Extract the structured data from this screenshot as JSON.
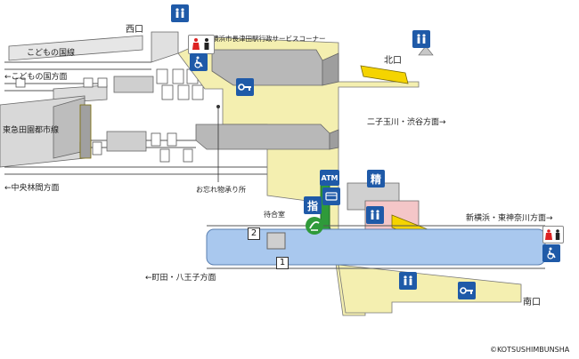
{
  "labels": {
    "west_exit": "西口",
    "north_exit": "北口",
    "south_exit": "南口",
    "kodomo_line": "こどもの国線",
    "to_kodomo": "←こどもの国方面",
    "denentoshi_line": "東急田園都市線",
    "to_futako": "二子玉川・渋谷方面→",
    "to_chuorinkan": "←中央林間方面",
    "to_machida": "←町田・八王子方面",
    "to_shinyokohama": "新横浜・東神奈川方面→",
    "city_service": "横浜市長津田駅行政サービスコーナー",
    "lost_found": "お忘れ物承り所",
    "waiting_room": "待合室",
    "platform_1": "1",
    "platform_2": "2",
    "copyright": "©KOTSUSHIMBUNSHA",
    "atm": "ATM",
    "sei": "精",
    "shi": "指"
  },
  "colors": {
    "concourse": "#f4efb0",
    "platform": "#a9c8ee",
    "building_gray": "#b8b8b8",
    "elevator_blue": "#1f5aa8",
    "escalator_yellow": "#f5d400",
    "toilet_pink": "#f4c6c8",
    "green_window": "#2f9a3a"
  },
  "icons": [
    "elevator-icon",
    "toilet-icon",
    "accessible-icon",
    "locker-key-icon",
    "atm-icon",
    "fare-adjust-icon",
    "reserved-ticket-icon",
    "green-window-icon"
  ]
}
